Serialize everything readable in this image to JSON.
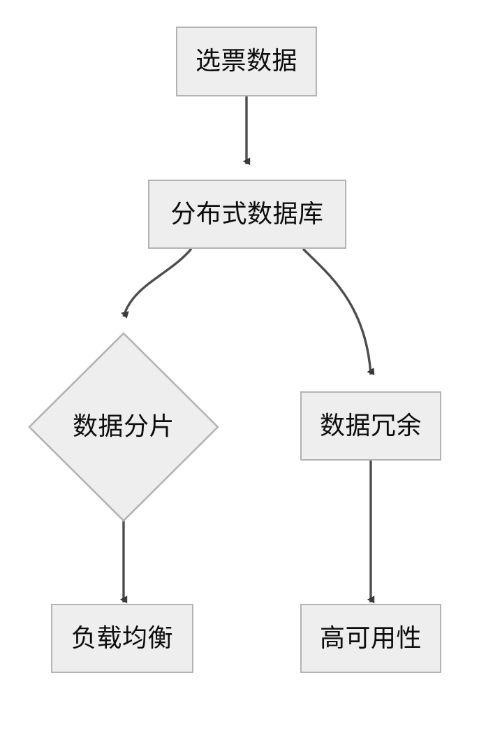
{
  "diagram": {
    "type": "flowchart",
    "orientation": "top-down",
    "background_color": "#ffffff",
    "node_fill_color": "#eeeeee",
    "node_border_color": "#b3b3b3",
    "edge_color": "#4d4d4d",
    "text_color": "#0d0d0d",
    "nodes": [
      {
        "id": "ballot-data",
        "label": "选票数据",
        "shape": "rectangle"
      },
      {
        "id": "distributed-database",
        "label": "分布式数据库",
        "shape": "rectangle"
      },
      {
        "id": "data-sharding",
        "label": "数据分片",
        "shape": "diamond"
      },
      {
        "id": "data-redundancy",
        "label": "数据冗余",
        "shape": "rectangle"
      },
      {
        "id": "load-balancing",
        "label": "负载均衡",
        "shape": "rectangle"
      },
      {
        "id": "high-availability",
        "label": "高可用性",
        "shape": "rectangle"
      }
    ],
    "edges": [
      {
        "from": "ballot-data",
        "to": "distributed-database",
        "style": "straight",
        "arrow": "end"
      },
      {
        "from": "distributed-database",
        "to": "data-sharding",
        "style": "curved",
        "arrow": "end"
      },
      {
        "from": "distributed-database",
        "to": "data-redundancy",
        "style": "curved",
        "arrow": "end"
      },
      {
        "from": "data-sharding",
        "to": "load-balancing",
        "style": "straight",
        "arrow": "end"
      },
      {
        "from": "data-redundancy",
        "to": "high-availability",
        "style": "straight",
        "arrow": "end"
      }
    ]
  }
}
